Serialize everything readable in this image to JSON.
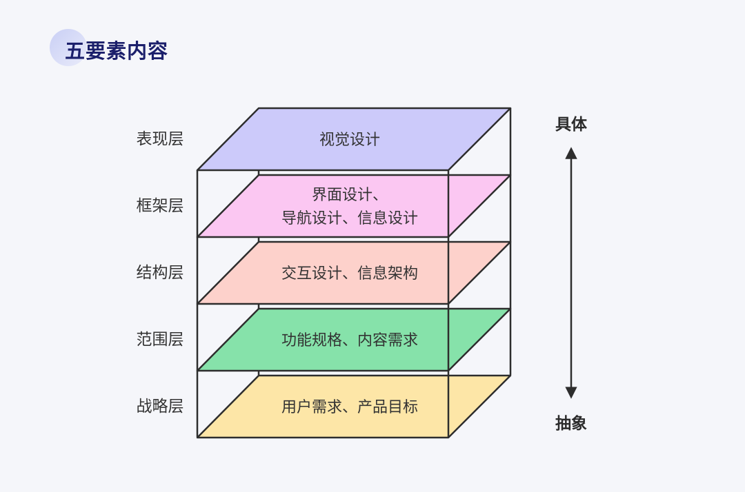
{
  "title": "五要素内容",
  "colors": {
    "stroke": "#2d2d2d",
    "visual": "#cccafa",
    "framework": "#fbc7f2",
    "structure": "#fdd1cb",
    "scope": "#86e2aa",
    "strategy": "#fde6a7"
  },
  "layers": [
    {
      "label": "表现层",
      "lines": [
        "视觉设计"
      ]
    },
    {
      "label": "框架层",
      "lines": [
        "界面设计、",
        "导航设计、信息设计"
      ]
    },
    {
      "label": "结构层",
      "lines": [
        "交互设计、信息架构"
      ]
    },
    {
      "label": "范围层",
      "lines": [
        "功能规格、内容需求"
      ]
    },
    {
      "label": "战略层",
      "lines": [
        "用户需求、产品目标"
      ]
    }
  ],
  "axis": {
    "top": "具体",
    "bottom": "抽象"
  }
}
